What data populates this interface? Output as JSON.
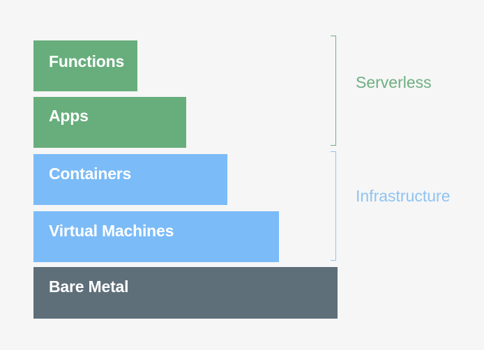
{
  "layers": [
    {
      "key": "functions",
      "label": "Functions",
      "color": "#67ae7c"
    },
    {
      "key": "apps",
      "label": "Apps",
      "color": "#67ae7c"
    },
    {
      "key": "containers",
      "label": "Containers",
      "color": "#7bbbf7"
    },
    {
      "key": "vms",
      "label": "Virtual Machines",
      "color": "#7bbbf7"
    },
    {
      "key": "bare",
      "label": "Bare Metal",
      "color": "#5e6f79"
    }
  ],
  "groups": {
    "serverless": {
      "label": "Serverless",
      "color": "#6eaf82"
    },
    "infrastructure": {
      "label": "Infrastructure",
      "color": "#8ec3f2"
    }
  },
  "background": "#f6f6f6"
}
